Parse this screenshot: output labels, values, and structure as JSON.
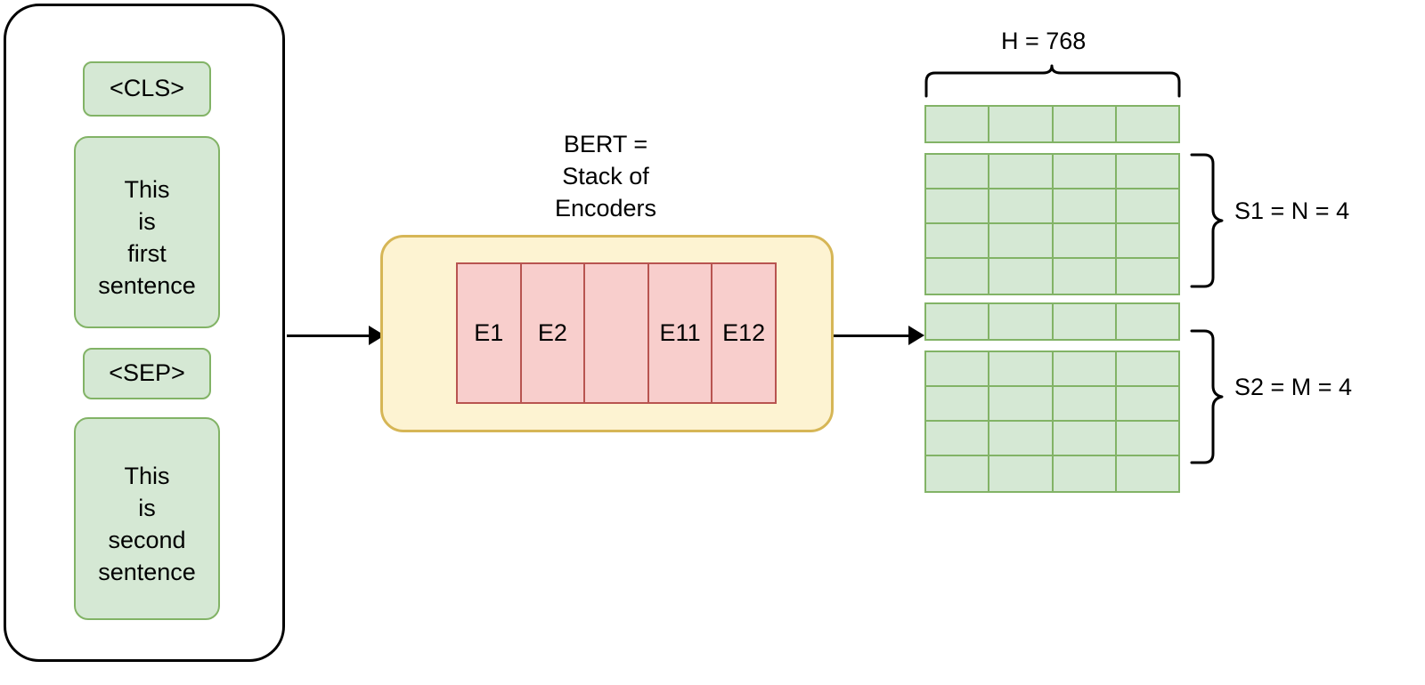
{
  "diagram": {
    "title_hidden": "BERT sentence-pair embedding diagram",
    "input_panel": {
      "tokens": [
        {
          "name": "cls",
          "text": "<CLS>"
        },
        {
          "name": "sentence1",
          "text": "This\nis\nfirst\nsentence"
        },
        {
          "name": "sep",
          "text": "<SEP>"
        },
        {
          "name": "sentence2",
          "text": "This\nis\nsecond\nsentence"
        }
      ]
    },
    "model": {
      "caption": "BERT =\nStack of\nEncoders",
      "encoders": [
        {
          "label": "E1"
        },
        {
          "label": "E2"
        },
        {
          "label": ""
        },
        {
          "label": "E11"
        },
        {
          "label": "E12"
        }
      ]
    },
    "output_matrix": {
      "width_label": "H = 768",
      "columns": 4,
      "blocks": [
        {
          "name": "cls-row",
          "rows": 1
        },
        {
          "name": "s1-block",
          "rows": 4,
          "label": "S1 = N = 4"
        },
        {
          "name": "sep-row",
          "rows": 1
        },
        {
          "name": "s2-block",
          "rows": 4,
          "label": "S2 = M = 4"
        }
      ],
      "s1_label": "S1 = N = 4",
      "s2_label": "S2 = M = 4"
    },
    "arrows": [
      {
        "name": "input-to-bert"
      },
      {
        "name": "bert-to-output"
      }
    ],
    "colors": {
      "token_fill": "#d5e8d4",
      "token_border": "#82b366",
      "bert_fill": "#fdf3d2",
      "bert_border": "#d6b656",
      "encoder_fill": "#f8cecc",
      "encoder_border": "#b85450",
      "stroke": "#000000",
      "background": "#ffffff"
    }
  }
}
